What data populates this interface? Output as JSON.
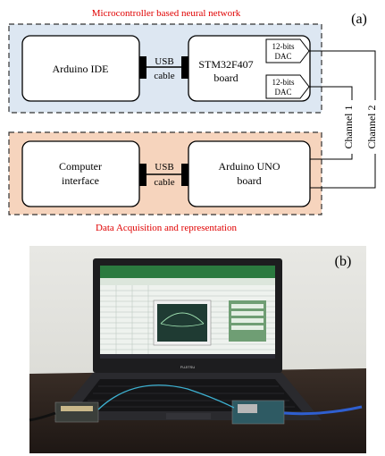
{
  "panel_a": {
    "label": "(a)",
    "top_title": "Microcontroller based neural network",
    "bottom_title": "Data Acquisition and representation",
    "arduino_ide": "Arduino IDE",
    "usb_top_1": "USB",
    "usb_top_2": "cable",
    "stm_line1": "STM32F407",
    "stm_line2": "board",
    "dac1_line1": "12-bits",
    "dac1_line2": "DAC",
    "dac2_line1": "12-bits",
    "dac2_line2": "DAC",
    "computer_line1": "Computer",
    "computer_line2": "interface",
    "usb_bottom_1": "USB",
    "usb_bottom_2": "cable",
    "uno_line1": "Arduino UNO",
    "uno_line2": "board",
    "channel1": "Channel 1",
    "channel2": "Channel 2",
    "colors": {
      "top_bg": "#dde7f2",
      "bottom_bg": "#f6d4bd",
      "title": "#e00000"
    }
  },
  "panel_b": {
    "label": "(b)",
    "laptop_brand": "FUJITSU"
  }
}
